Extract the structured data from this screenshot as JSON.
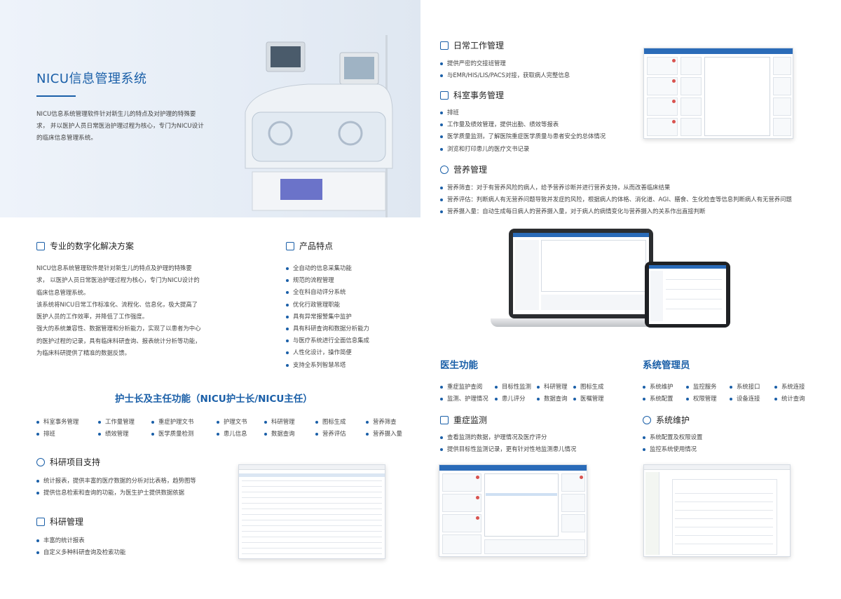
{
  "hero": {
    "title": "NICU信息管理系统",
    "desc": "NICU信息系统管理软件针对新生儿的特点及对护理的特殊要求， 并以医护人员日常医治护理过程为核心，专门为NICU设计的临床信息管理系统。"
  },
  "digital": {
    "title": "专业的数字化解决方案",
    "p1": "NICU信息系统管理软件是针对新生儿的特点及护理的特殊要求， 以医护人员日常医治护理过程为核心，专门为NICU设计的临床信息管理系统。",
    "p2": "该系统将NICU日常工作标准化、流程化、信息化，极大提高了医护人员的工作效率，并降低了工作强度。",
    "p3": "强大的系统兼容性、数据管理和分析能力，实现了以患者为中心的医护过程的记录，具有临床科研查询、报表统计分析等功能，为临床科研提供了精准的数据反馈。"
  },
  "features": {
    "title": "产品特点",
    "items": [
      "全自动的信息采集功能",
      "规范的流程管理",
      "全在科自动评分系统",
      "优化行政管理职能",
      "具有异常报警集中监护",
      "具有科研查询和数据分析能力",
      "与医疗系统进行全面信息集成",
      "人性化设计，操作简便",
      "支持全系列智慧吊塔"
    ]
  },
  "nurse": {
    "title": "护士长及主任功能（NICU护士长/NICU主任）",
    "row1": [
      "科室事务管理",
      "工作量管理",
      "重症护理文书",
      "护理文书",
      "科研管理",
      "图标生成",
      "营养筛查"
    ],
    "row2": [
      "排班",
      "绩效管理",
      "医学质量检测",
      "患儿信息",
      "数据查询",
      "营养评估",
      "营养摄入量"
    ]
  },
  "research": {
    "title": "科研项目支持",
    "items": [
      "统计报表，提供丰富的医疗数据的分析对比表格，趋势图等",
      "提供信息检索和查询的功能，为医生护士提供数据依据"
    ]
  },
  "research_mgmt": {
    "title": "科研管理",
    "items": [
      "丰富的统计报表",
      "自定义多种科研查询及检索功能"
    ]
  },
  "daily": {
    "title": "日常工作管理",
    "items": [
      "提供严密的交接班管理",
      "与EMR/HIS/LIS/PACS对接，获取病人完整信息"
    ]
  },
  "dept": {
    "title": "科室事务管理",
    "items": [
      "排班",
      "工作量及绩效管理，提供出勤、绩效等报表",
      "医学质量监测，了解医院重症医学质量与患者安全的总体情况",
      "浏览和打印患儿的医疗文书记录"
    ]
  },
  "nutrition": {
    "title": "营养管理",
    "items": [
      "营养筛查：对于有营养风险的病人，给予营养诊断并进行营养支持，从而改善临床结果",
      "营养评估：判断病人有无营养问题导致并发症的风险，根据病人的体格、消化道、AGI、膳食、生化检查等信息判断病人有无营养问题",
      "营养摄入量：自动生成每日病人的营养摄入量，对于病人的病情变化与营养摄入的关系作出直接判断"
    ]
  },
  "doctor": {
    "title": "医生功能",
    "row1": [
      "重症监护查阅",
      "目标性监测",
      "科研管理",
      "图标生成"
    ],
    "row2": [
      "监测、护理情况",
      "患儿评分",
      "数据查询",
      "医嘱管理"
    ]
  },
  "admin": {
    "title": "系统管理员",
    "row1": [
      "系统维护",
      "监控服务",
      "系统接口",
      "系统连接"
    ],
    "row2": [
      "系统配置",
      "权限管理",
      "设备连接",
      "统计查询"
    ]
  },
  "critical": {
    "title": "重症监测",
    "items": [
      "查看监测的数据，护理情况及医疗评分",
      "提供目标性监测记录，更有针对性地监测患儿情况"
    ]
  },
  "maint": {
    "title": "系统维护",
    "items": [
      "系统配置及权限设置",
      "监控系统使用情况"
    ]
  },
  "colors": {
    "accent": "#1a5fa8",
    "hero_bg": "#e8eef6"
  },
  "icons": [
    "document-icon",
    "grid-icon",
    "rocket-icon",
    "monitor-icon",
    "calendar-icon",
    "shield-icon",
    "chart-icon",
    "gear-icon"
  ]
}
